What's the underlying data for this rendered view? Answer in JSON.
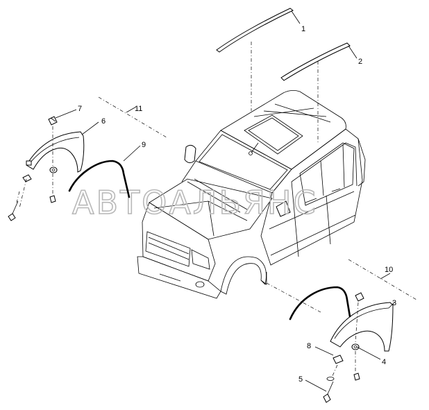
{
  "watermark": "АВТОАЛЬЯНС",
  "callouts": [
    "1",
    "2",
    "3",
    "4",
    "5",
    "6",
    "7",
    "8",
    "9",
    "10",
    "11"
  ]
}
